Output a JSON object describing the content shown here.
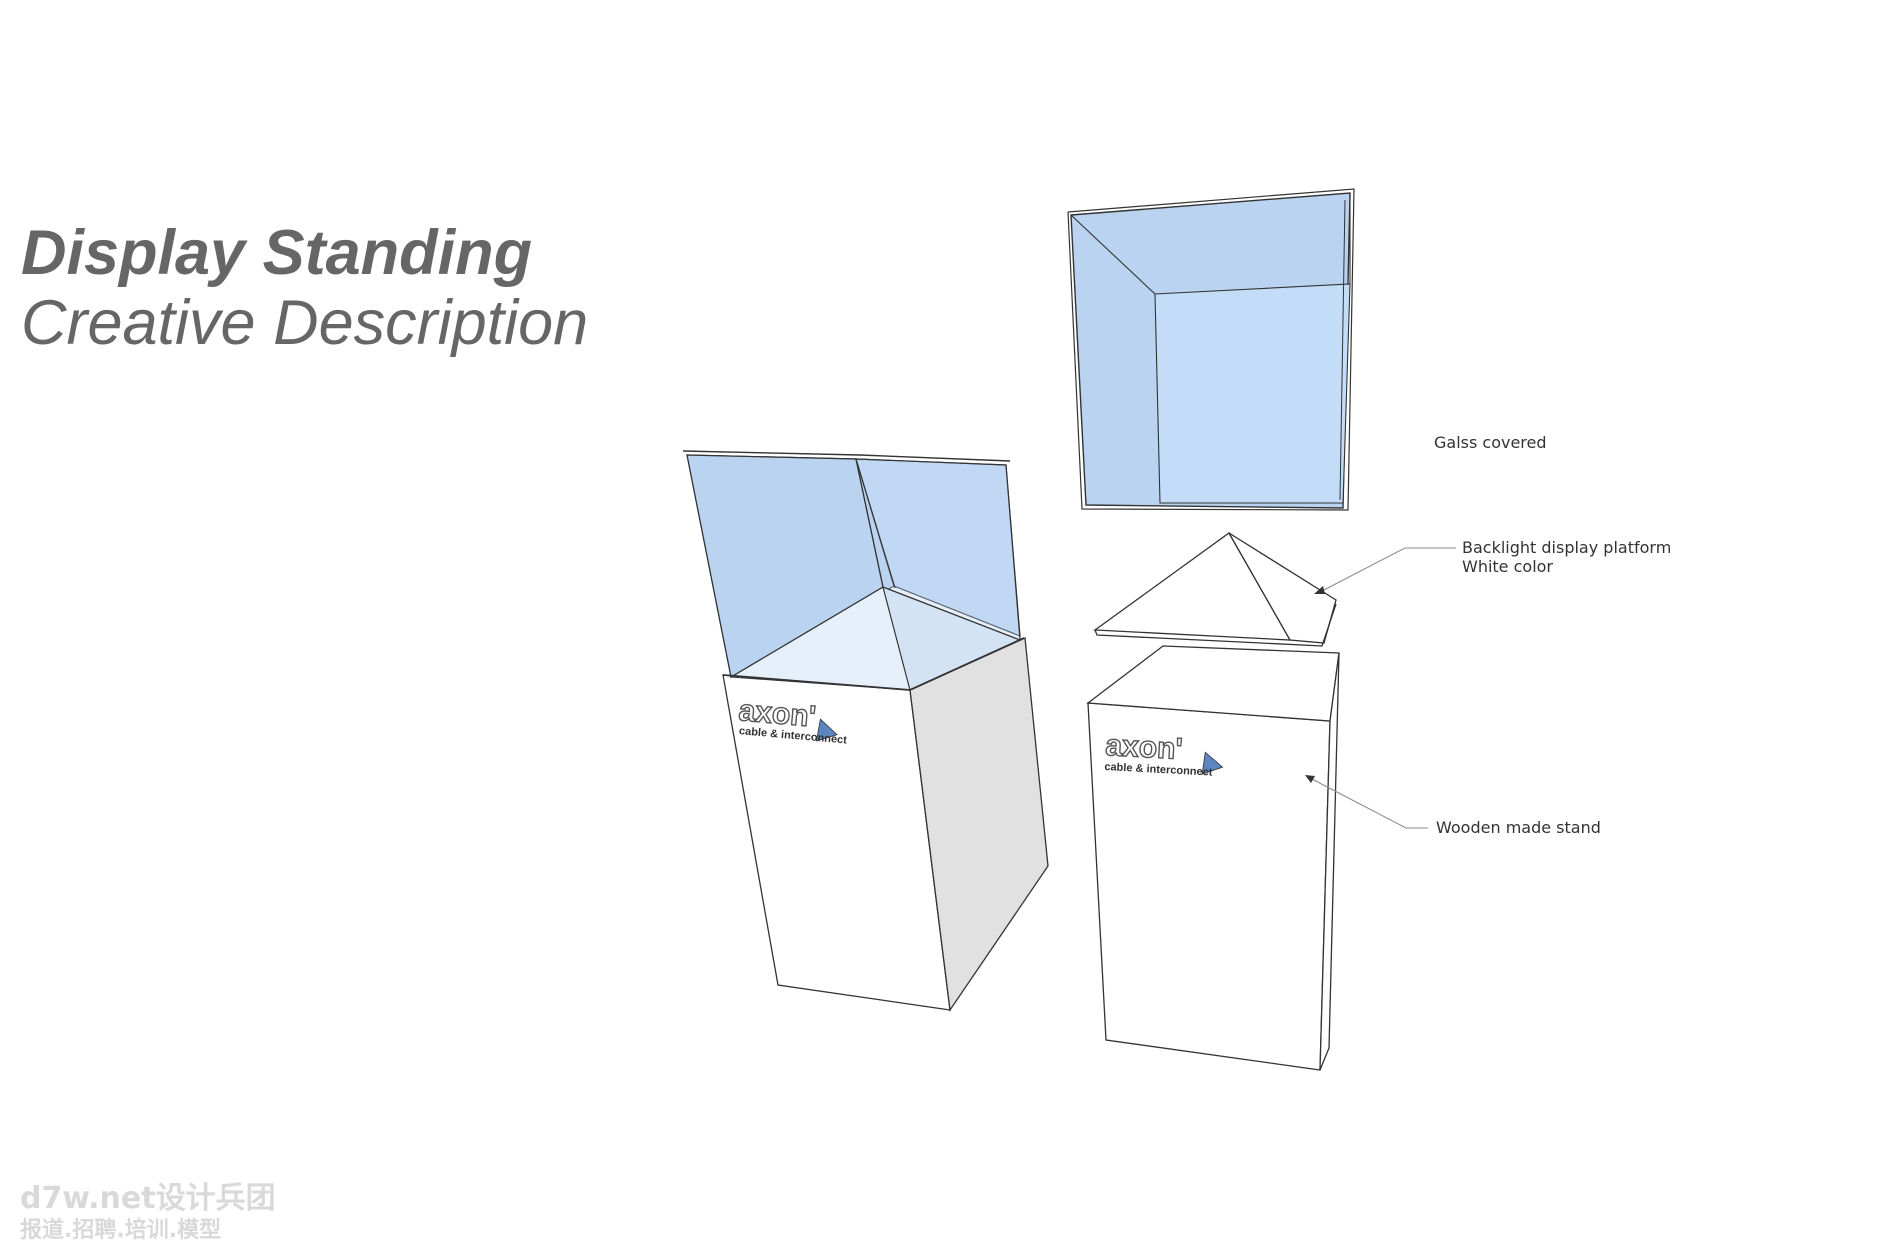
{
  "title": {
    "line1": "Display Standing",
    "line2": "Creative Description"
  },
  "labels": {
    "glass": "Galss covered",
    "platform_line1": "Backlight display platform",
    "platform_line2": "White color",
    "stand": "Wooden made stand"
  },
  "logo": {
    "name": "axon'",
    "tagline": "cable & interconnect"
  },
  "watermark": {
    "line1": "d7w.net设计兵团",
    "line2": "报道.招聘.培训.模型"
  },
  "colors": {
    "glass": "#b9d3f0",
    "glass_edge": "#333333",
    "stand_side": "#e1e1e1",
    "title": "#666666"
  }
}
